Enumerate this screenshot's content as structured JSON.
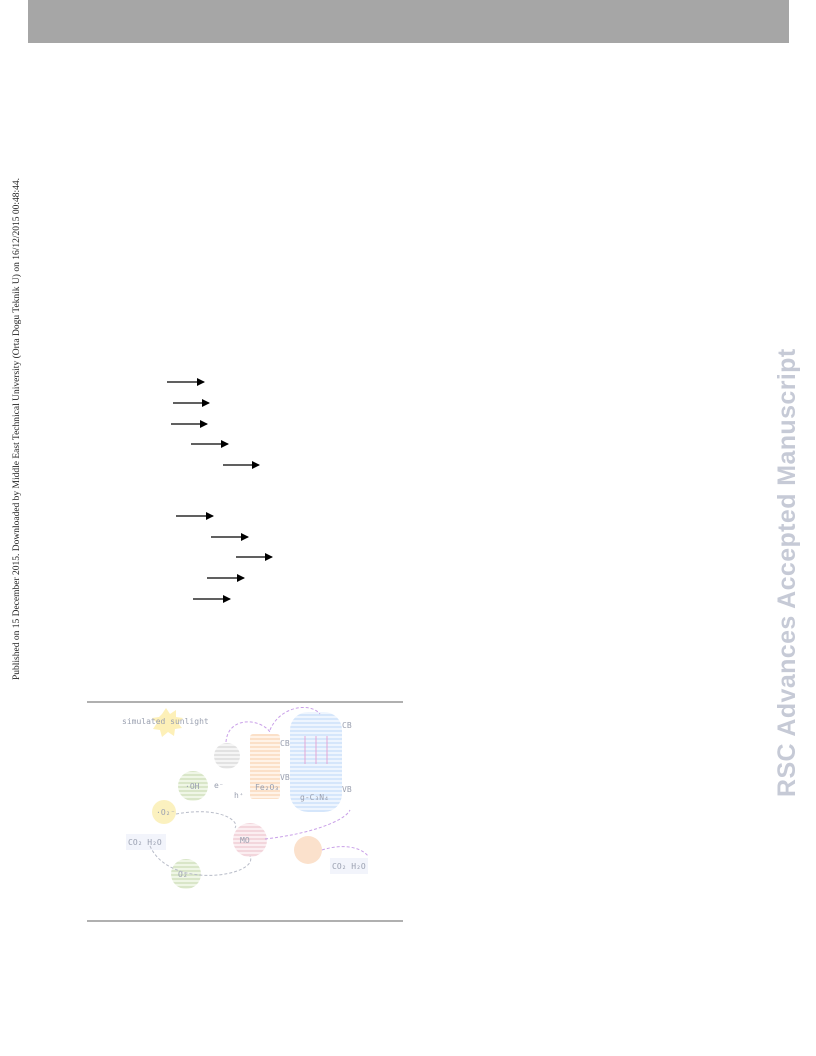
{
  "header": {
    "bar_color": "#a6a6a6"
  },
  "side_note": "Published on 15 December 2015. Downloaded by Middle East Technical University (Orta Dogu Teknik U) on 16/12/2015 00:48:44.",
  "watermark": "RSC Advances Accepted Manuscript",
  "figure": {
    "labels": {
      "light": "simulated sunlight",
      "cb_left": "CB",
      "cb_right": "CB",
      "vb_left": "VB",
      "vb_right": "VB",
      "e": "e⁻",
      "h": "h⁺",
      "o2": "O₂",
      "o2_radical": "·O₂⁻",
      "oh": "·OH",
      "products_left": "CO₂ H₂O",
      "products_right": "CO₂ H₂O",
      "mo": "MO",
      "semi_left": "Fe₂O₃",
      "semi_right": "g-C₃N₄"
    }
  }
}
